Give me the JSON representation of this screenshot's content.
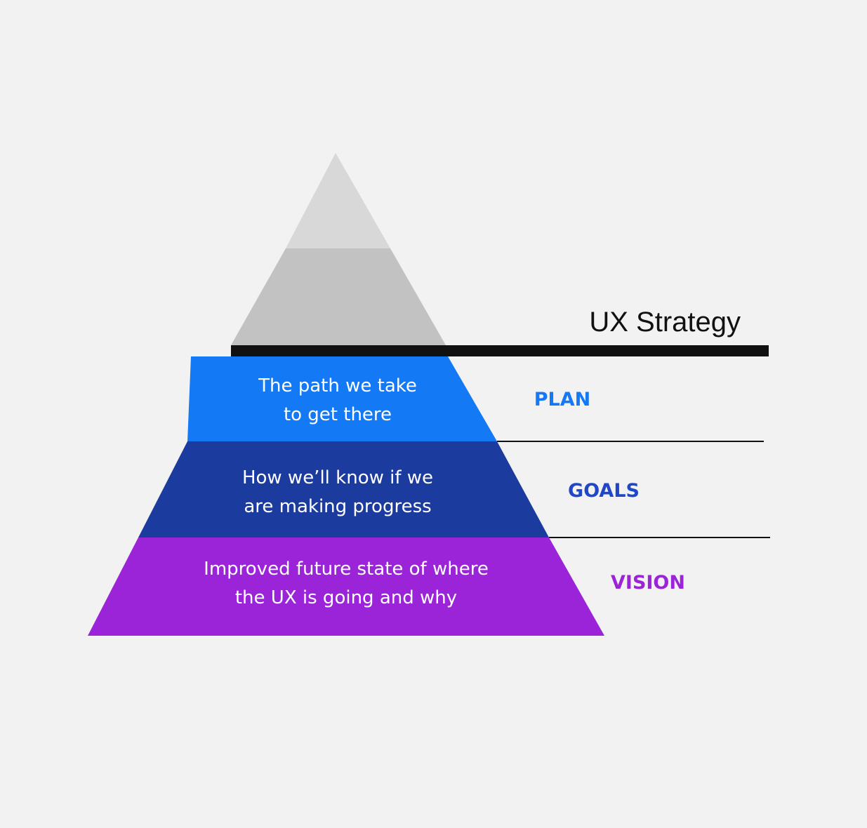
{
  "title": "UX Strategy",
  "colors": {
    "background": "#f2f2f2",
    "top_tier": "#d8d8d8",
    "second_tier": "#c2c2c2",
    "plan": "#1479f5",
    "goals": "#1c3b9e",
    "vision": "#9b24d9",
    "plan_label": "#1479f5",
    "goals_label": "#1f47c7",
    "vision_label": "#9b24d9",
    "divider": "#111111"
  },
  "layers": {
    "plan": {
      "label": "PLAN",
      "line1": "The path we take",
      "line2": "to get there"
    },
    "goals": {
      "label": "GOALS",
      "line1": "How we’ll know if we",
      "line2": "are making progress"
    },
    "vision": {
      "label": "VISION",
      "line1": "Improved future state of where",
      "line2": "the UX is going and why"
    }
  }
}
